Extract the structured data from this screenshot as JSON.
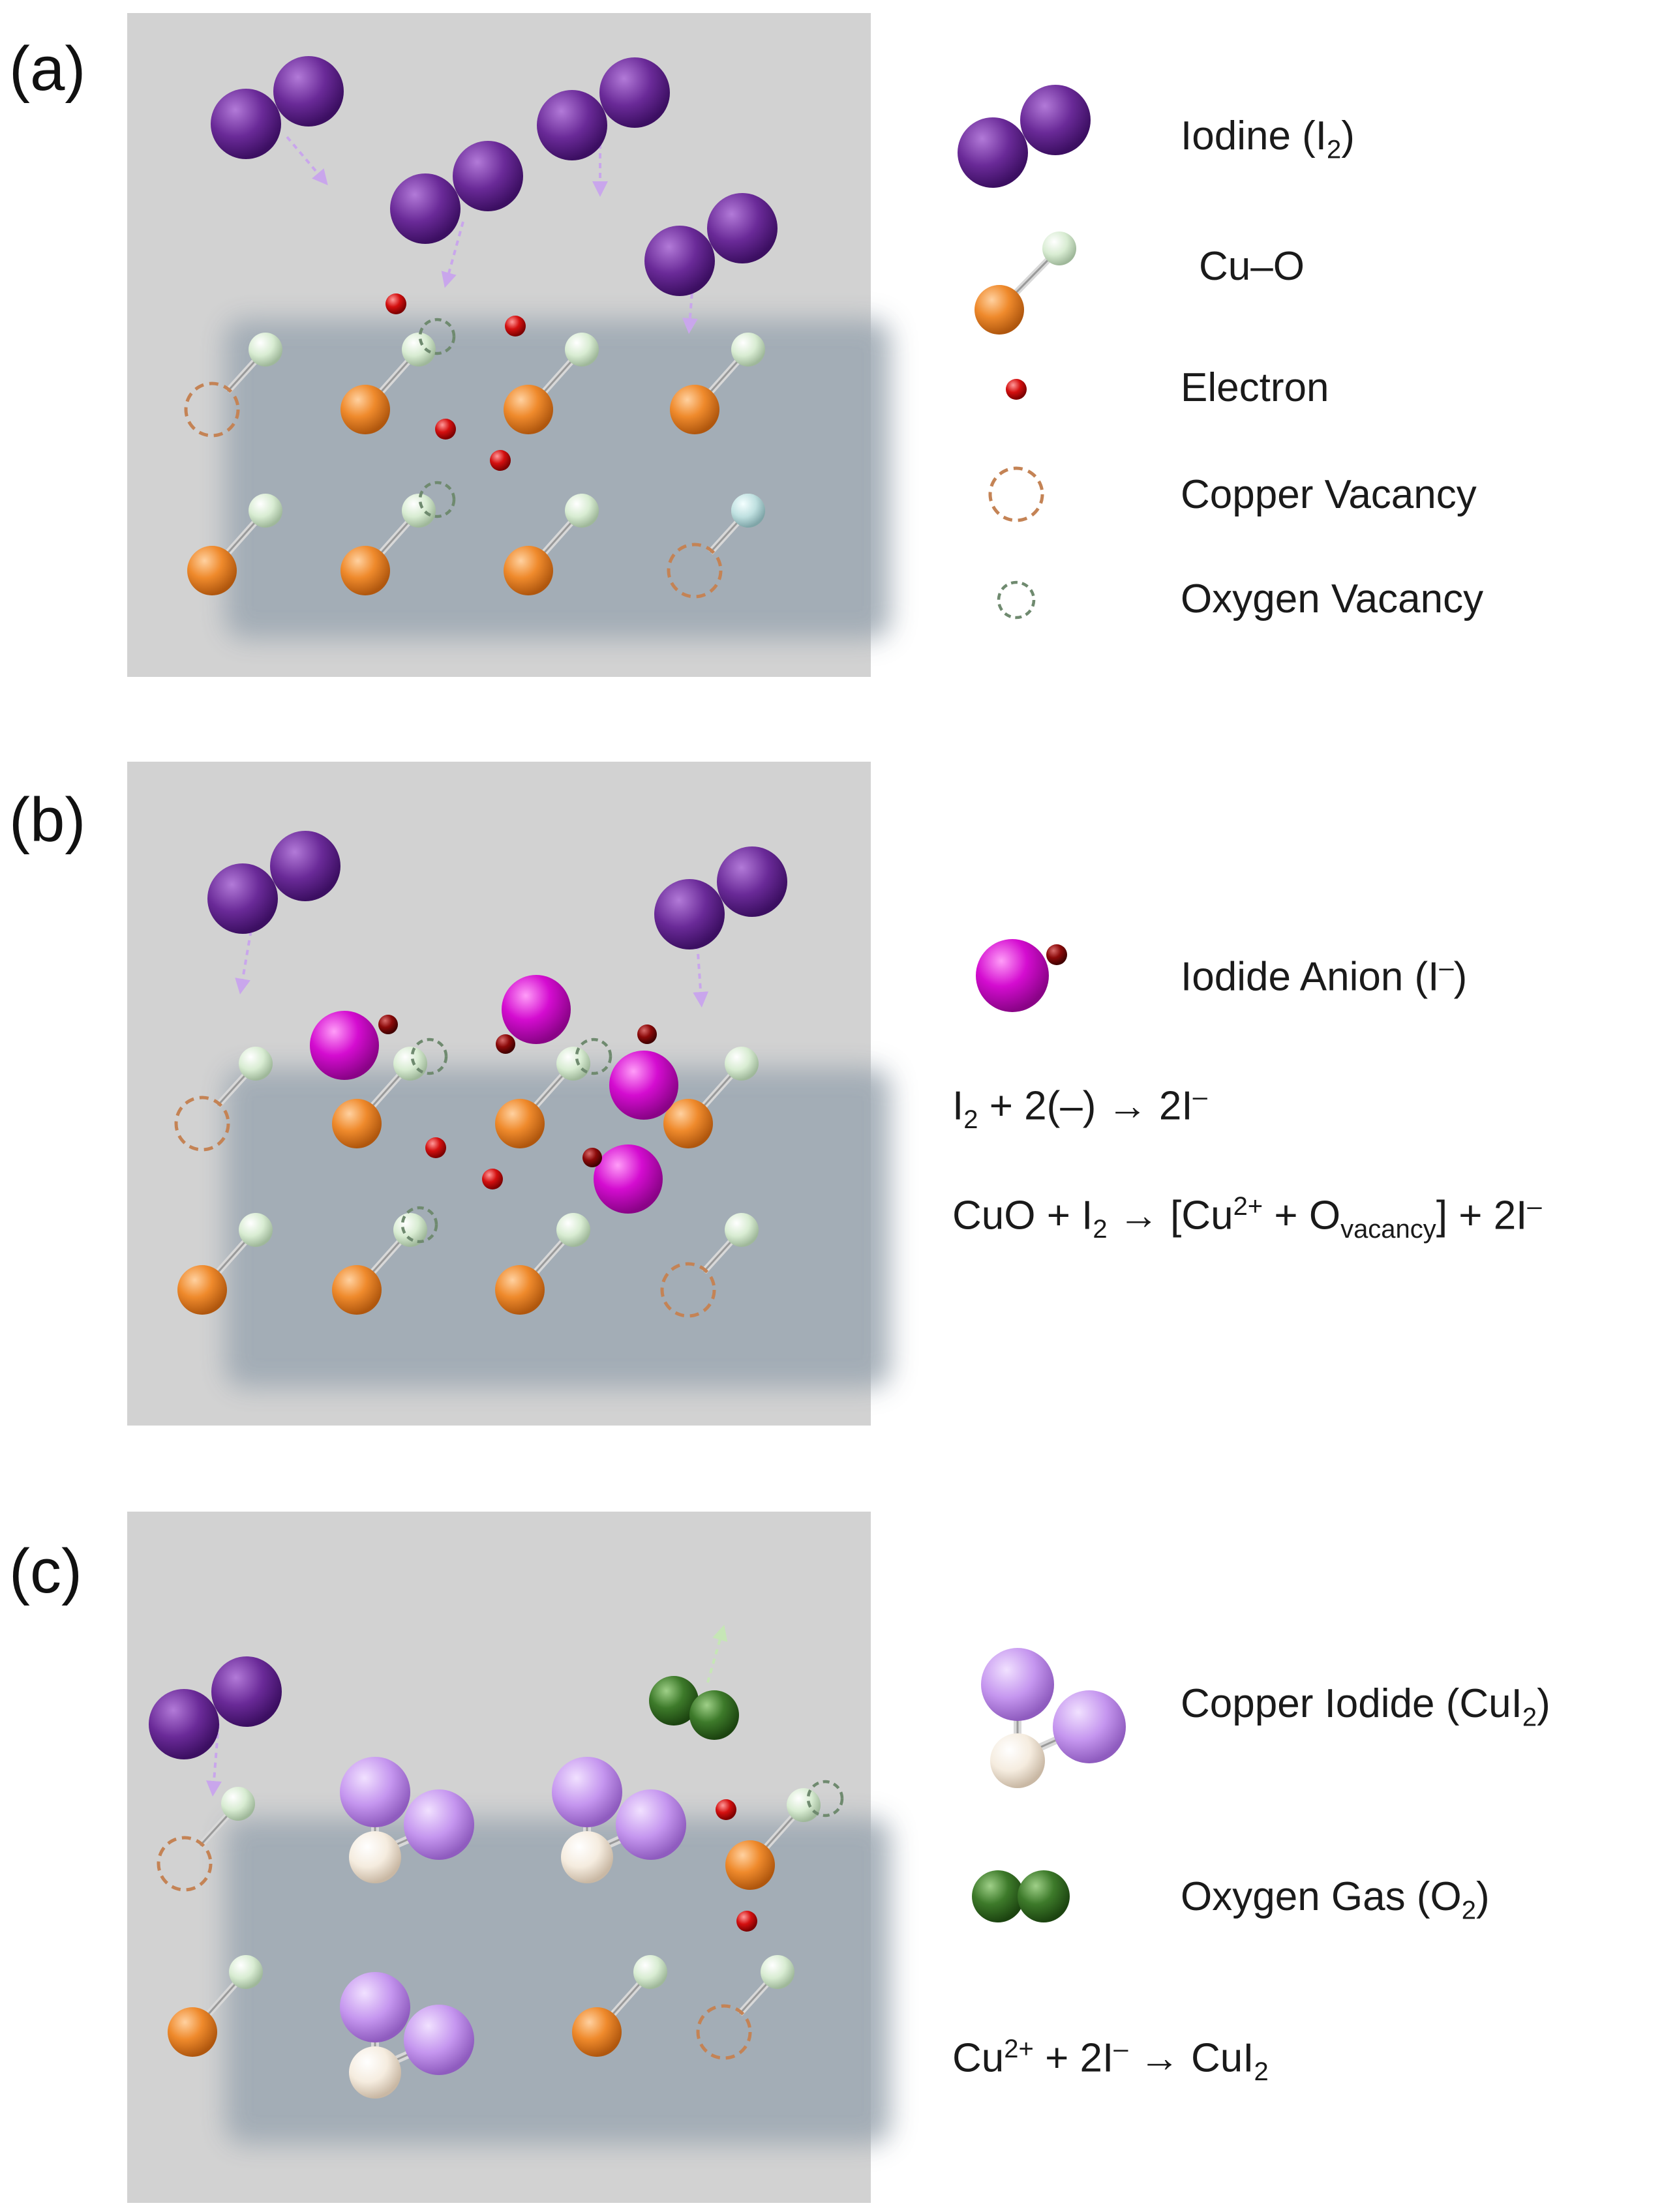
{
  "panels": [
    {
      "label": "(a)",
      "legend": [
        {
          "label": "Iodine (I",
          "sub": "2",
          "end": ")"
        },
        {
          "label": "Cu–O"
        },
        {
          "label": "Electron"
        },
        {
          "label": "Copper Vacancy"
        },
        {
          "label": "Oxygen Vacancy"
        }
      ]
    },
    {
      "label": "(b)",
      "legend": [
        {
          "label": "Iodide Anion (I",
          "sup": "–",
          "end": ")"
        }
      ],
      "equations": [
        {
          "p1": "I",
          "s1": "2",
          "p2": " + 2(–) → 2I",
          "s2": "–",
          "p3": ""
        },
        {
          "p1": "CuO + I",
          "s1": "2",
          "p2": " → [Cu",
          "s2": "2+",
          "p3": " + O",
          "s3": "vacancy",
          "p4": "] + 2I",
          "s4": "–"
        }
      ]
    },
    {
      "label": "(c)",
      "legend": [
        {
          "label": "Copper Iodide (CuI",
          "sub": "2",
          "end": ")"
        },
        {
          "label": "Oxygen Gas (O",
          "sub": "2",
          "end": ")"
        }
      ],
      "equations": [
        {
          "p1": "Cu",
          "s1": "2+",
          "p2": " + 2I",
          "s2": "–",
          "p3": " → CuI",
          "s3": "2"
        }
      ]
    }
  ],
  "colors": {
    "panel_bg": "#d2d2d2",
    "slab": "#9ea9b3",
    "iodine": "#6a2a98",
    "copper": "#ef8a2c",
    "oxygen": "#d8ecd2",
    "electron": "#d41010",
    "iodide": "#d40cd0",
    "cui_iodine": "#c596ef",
    "cui_copper": "#f5ecdf",
    "oxygen_gas": "#3d7a2a",
    "copper_vacancy": "#c48355",
    "oxygen_vacancy": "#6f8a6f"
  }
}
